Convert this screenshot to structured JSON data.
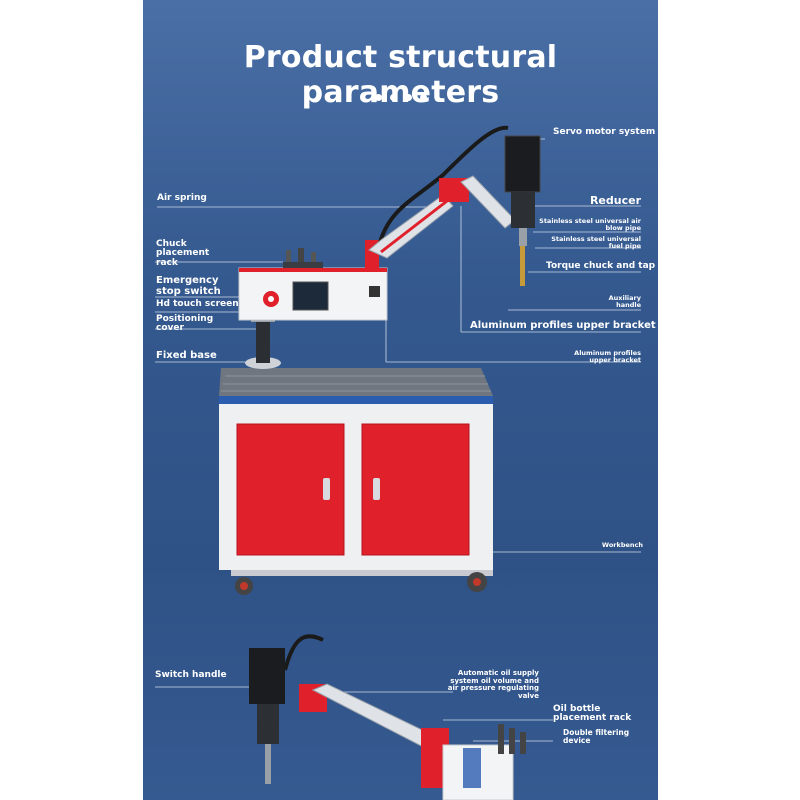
{
  "title": "Product structural parameters",
  "labels": {
    "servo_motor_system": "Servo motor system",
    "air_spring": "Air spring",
    "reducer": "Reducer",
    "air_blow_pipe": "Stainless steel universal air blow pipe",
    "fuel_pipe": "Stainless steel universal fuel pipe",
    "chuck_rack": "Chuck placement rack",
    "torque_chuck": "Torque chuck and tap",
    "emergency_stop": "Emergency stop switch",
    "touch_screen": "Hd touch screen",
    "auxiliary_handle": "Auxiliary handle",
    "positioning_cover": "Positioning cover",
    "aluminum_upper_bracket": "Aluminum profiles upper bracket",
    "fixed_base": "Fixed base",
    "aluminum_upper_bracket_small": "Aluminum profiles upper bracket",
    "workbench": "Workbench",
    "switch_handle": "Switch handle",
    "oil_supply": "Automatic oil supply system oil volume and air pressure regulating valve",
    "oil_bottle_rack": "Oil bottle placement rack",
    "double_filtering": "Double filtering device"
  },
  "colors": {
    "panel_top": "#4a6fa6",
    "panel_bottom": "#2f5286",
    "machine_red": "#e0202a",
    "cabinet_white": "#eef0f2",
    "stripe_blue": "#2a5db0"
  }
}
